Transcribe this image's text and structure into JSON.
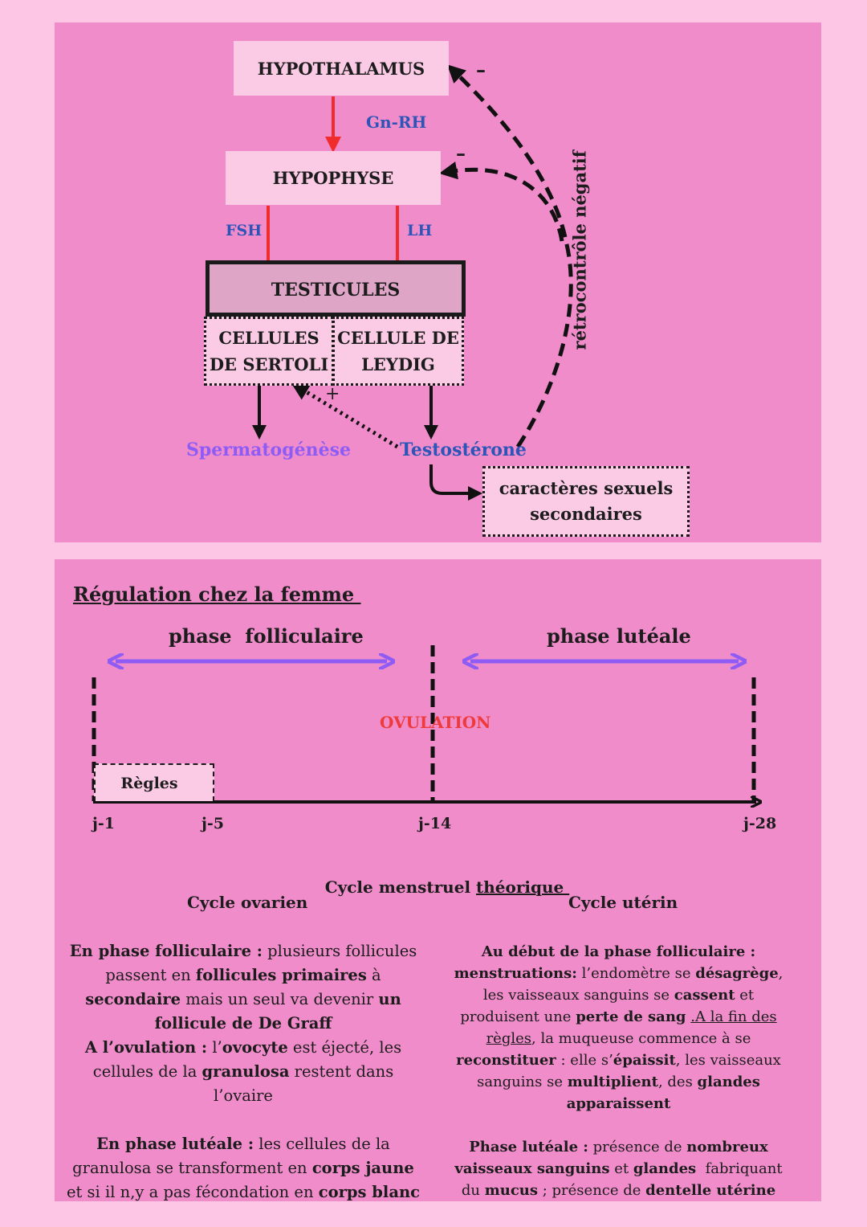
{
  "male_diagram": {
    "hypothalamus": "HYPOTHALAMUS",
    "gnrh": "Gn-RH",
    "hypophyse": "HYPOPHYSE",
    "fsh": "FSH",
    "lh": "LH",
    "testicules": "TESTICULES",
    "sertoli": [
      "CELLULES",
      "DE SERTOLI"
    ],
    "leydig": [
      "CELLULE DE",
      "LEYDIG"
    ],
    "plus": "+",
    "minus": "–",
    "spermatogenese": "Spermatogénèse",
    "testosterone": "Testostérone",
    "caracteres": [
      "caractères sexuels",
      "secondaires"
    ],
    "retrocontrole": "rétrocontrôle négatif"
  },
  "female": {
    "title": "Régulation chez la femme ",
    "phase_folliculaire": "phase  folliculaire",
    "phase_luteale": "phase lutéale",
    "ovulation": "OVULATION",
    "regles": "Règles",
    "ticks": [
      "j-1",
      "j-5",
      "j-14",
      "j-28"
    ],
    "cycle_title_plain": "Cycle menstruel ",
    "cycle_title_underlined": "théorique ",
    "ovarien_title": "Cycle ovarien",
    "uterin_title": "Cycle utérin",
    "ovarien": {
      "p1": [
        "En phase folliculaire :",
        " plusieurs follicules passent en ",
        "follicules primaires",
        " à ",
        "secondaire",
        " mais un seul va devenir ",
        "un follicule de De Graff"
      ],
      "p2": [
        "A l’ovulation :",
        " l’",
        "ovocyte",
        " est éjecté, les cellules de la ",
        "granulosa",
        " restent dans l’ovaire"
      ],
      "p3": [
        "En phase lutéale :",
        " les cellules de la granulosa se transforment en ",
        "corps jaune",
        " et si il n,y a pas fécondation en ",
        "corps blanc"
      ]
    },
    "uterin": {
      "p1_head": "Au début de la phase folliculaire :",
      "p1": [
        "menstruations:",
        " l’endomètre se ",
        "désagrège",
        ", les vaisseaux sanguins se ",
        "cassent",
        " et produisent une ",
        "perte de sang",
        " ",
        ".A la fin des règles",
        ", la muqueuse commence à se ",
        "reconstituer",
        " : elle s’",
        "épaissit",
        ", les vaisseaux sanguins se ",
        "multiplient",
        ", des ",
        "glandes apparaissent"
      ],
      "p2": [
        "Phase lutéale :",
        " présence de ",
        "nombreux vaisseaux sanguins",
        " et ",
        "glandes",
        "  fabriquant du ",
        "mucus",
        " ; présence de ",
        "dentelle utérine"
      ]
    }
  },
  "colors": {
    "background": "#fdc6e4",
    "panel": "#f18ccb",
    "box": "#fbcbe6",
    "testicules_box": "#dfa5c6",
    "arrow_red": "#f02c2c",
    "hormone_blue": "#2d55b8",
    "purple": "#8e5cf5",
    "ovulation_red": "#ee3a3a"
  }
}
